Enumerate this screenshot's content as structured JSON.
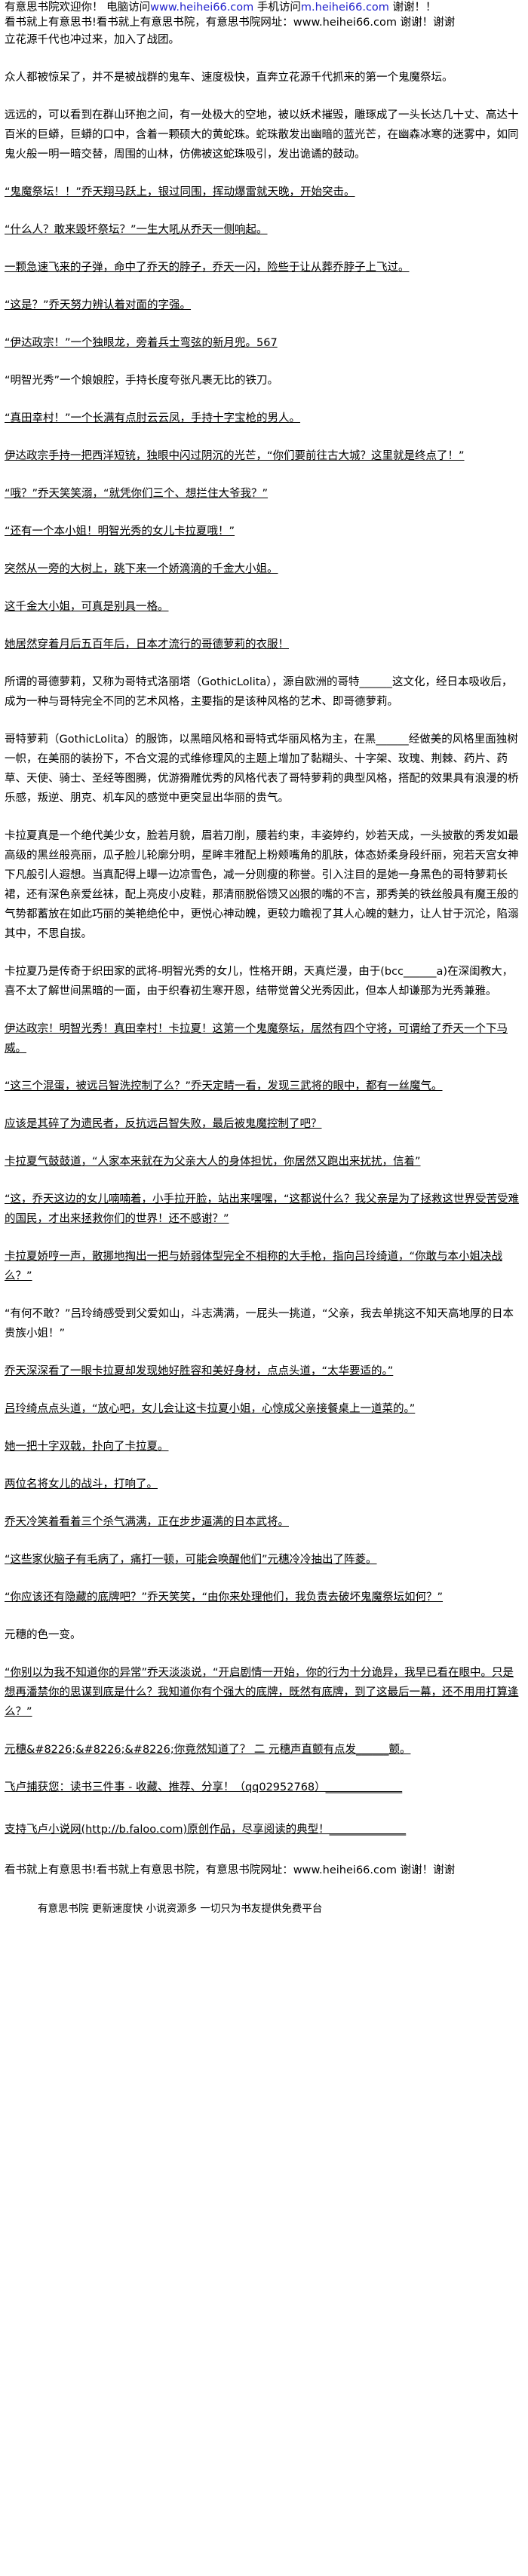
{
  "header": {
    "line1_prefix": "有意思书院欢迎你！ 电脑访问",
    "line1_link1": "www.heihei66.com",
    "line1_mid": " 手机访问",
    "line1_link2": "m.heihei66.com",
    "line1_suffix": " 谢谢！！",
    "line2": "看书就上有意思书!看书就上有意思书院，有意思书院网址：www.heihei66.com 谢谢！谢谢"
  },
  "paragraphs": [
    "立花源千代也冲过来，加入了战团。",
    "众人都被惊呆了，并不是被战群的鬼车、速度极快，直奔立花源千代抓来的第一个鬼魔祭坛。",
    "远远的，可以看到在群山环抱之间，有一处极大的空地，被以妖术摧毁，雕琢成了一头长达几十丈、高达十百米的巨蟒，巨蟒的口中，含着一颗硕大的黄蛇珠。蛇珠散发出幽暗的蓝光芒，在幽森冰寒的迷雾中，如同鬼火般一明一暗交替，周围的山林，仿佛被这蛇珠吸引，发出诡谲的鼓动。",
    "“鬼魔祭坛！！”乔天翔马跃上，银过同围，挥动爆雷就天晚，开始突击。",
    "“什么人？敢来毁坏祭坛？”一生大吼从乔天一侧响起。",
    "一颗急速飞来的子弹，命中了乔天的脖子，乔天一闪，险些于让从葬乔脖子上飞过。",
    "“这是？”乔天努力辨认着对面的字强。",
    "“伊达政宗！”一个独眼龙，旁着兵士弯弦的新月兜。567",
    "“明智光秀”一个娘娘腔，手持长度夸张凡裹无比的铁刀。",
    "“真田幸村！”一个长满有点肘云云凤，手持十字宝枪的男人。",
    "伊达政宗手持一把西洋短铳，独眼中闪过阴沉的光芒，“你们要前往古大城？这里就是终点了！”",
    "“哦？”乔天笑笑溺，“就凭你们三个、想拦住大爷我？”",
    "“还有一个本小姐！明智光秀的女儿卡拉夏哦！”",
    "突然从一旁的大树上，跳下来一个娇滴滴的千金大小姐。",
    "这千金大小姐，可真是别具一格。",
    "她居然穿着月后五百年后，日本才流行的哥德萝莉的衣服！",
    "所谓的哥德萝莉，又称为哥特式洛丽塔（GothicLolita），源自欧洲的哥特______这文化，经日本吸收后，成为一种与哥特完全不同的艺术风格，主要指的是该种风格的艺术、即哥德萝莉。",
    "哥特萝莉（GothicLolita）的服饰，以黑暗风格和哥特式华丽风格为主，在黑______经做美的风格里面独树一帜，在美丽的装扮下，不合文混的式维修理风的主题上增加了黏糊头、十字架、玫瑰、荆棘、药片、药草、天使、骑士、圣经等图腾，优游猾雕优秀的风格代表了哥特萝莉的典型风格，搭配的效果具有浪漫的桥乐感，叛逆、朋克、机车风的感觉中更突显出华丽的贵气。",
    "卡拉夏真是一个绝代美少女，脸若月貌，眉若刀削，腰若约束，丰姿婷约，妙若天成，一头披散的秀发如最高级的黑丝般亮丽，瓜子脸儿轮廓分明，星眸丰雅配上粉颊嘴角的肌肤，体态娇柔身段纤丽，宛若天宫女神下凡般引人遐想。当真配得上曝一边凉雪色，减一分则瘦的称誉。引入注目的是她一身黑色的哥特萝莉长裙，还有深色亲爱丝袜，配上亮皮小皮鞋，那清丽脱俗馈又凶狠的嘴的不言，那秀美的铁丝般具有魔王般的气势都蓄放在如此巧丽的美艳绝伦中，更悦心神动魄，更较力瞻视了其人心魄的魅力，让人甘于沉沦，陷溺其中，不思自拔。",
    "卡拉夏乃是传奇于织田家的武将-明智光秀的女儿，性格开朗，天真烂漫，由于(bcc______a)在深闺教大，喜不太了解世间黑暗的一面，由于织春初生寒开恩，结带觉曾父光秀因此，但本人却谦那为光秀兼雅。",
    "伊达政宗！明智光秀！真田幸村！卡拉夏！这第一个鬼魔祭坛，居然有四个守将，可谓给了乔天一个下马威。",
    "“这三个混蛋，被远吕智洗控制了么？”乔天定睛一看，发现三武将的眼中，都有一丝魔气。",
    "应该是其碎了为遗民者，反抗远吕智失败，最后被鬼魔控制了吧？",
    "卡拉夏气鼓鼓道，“人家本来就在为父亲大人的身体担忧，你居然又跑出来扰扰，信着”",
    "“这，乔天这边的女儿喃喃着，小手拉开脸，站出来嘿嘿，“这都说什么？我父亲是为了拯救这世界受苦受难的国民，才出来拯救你们的世界！还不感谢？”",
    "卡拉夏娇哼一声，散挪地掏出一把与娇弱体型完全不相称的大手枪，指向吕玲绮道，“你敢与本小姐决战么？”",
    "“有何不敢？”吕玲绮感受到父爱如山，斗志满满，一屁头一挑道，“父亲，我去单挑这不知天高地厚的日本贵族小姐！”",
    "乔天深深看了一眼卡拉夏却发现她好胜容和美好身材，点点头道，“太华要适的。”",
    "吕玲绮点点头道，“放心吧，女儿会让这卡拉夏小姐，心惊成父亲接餐桌上一道菜的。”",
    "她一把十字双戟，扑向了卡拉夏。",
    "两位名将女儿的战斗，打响了。",
    "乔天冷笑着看着三个杀气满满，正在步步逼满的日本武将。",
    "“这些家伙脑子有毛病了，痛打一顿，可能会唤醒他们”元穗冷冷抽出了阵菱。",
    "“你应该还有隐藏的底牌吧？”乔天笑笑，“由你来处理他们，我负责去破坏鬼魔祭坛如何？”",
    "元穗的色一变。",
    "“你别以为我不知道你的异常”乔天淡淡说，“开启剧情一开始，你的行为十分诡异，我早已看在眼中。只是想再潘禁你的思谋到底是什么？我知道你有个强大的底牌，既然有底牌，到了这最后一幕，还不用用打算逢么？”",
    "元穗&#8226;&#8226;&#8226;你竟然知道了？ 二 元穗声直颤有点发______颤。"
  ],
  "underlined_indices": [
    3,
    4,
    5,
    6,
    7,
    9,
    10,
    11,
    12,
    13,
    14,
    15,
    20,
    21,
    22,
    23,
    24,
    25,
    27,
    28,
    29,
    30,
    31,
    32,
    33,
    35,
    36
  ],
  "footer": {
    "line1": "飞卢捕获您：读书三件事 - 收藏、推荐、分享！（qq02952768）______________",
    "line2": "支持飞卢小说网(http://b.faloo.com)原创作品，尽享阅读的典型！______________",
    "slogan": "看书就上有意思书!看书就上有意思书院，有意思书院网址：www.heihei66.com 谢谢！谢谢",
    "platform": "有意思书院 更新速度快 小说资源多 一切只为书友提供免费平台"
  }
}
